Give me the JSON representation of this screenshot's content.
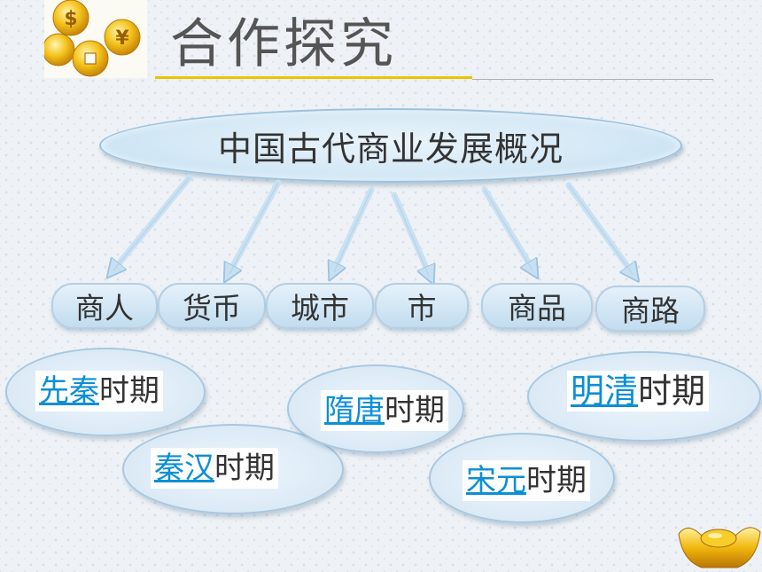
{
  "header": {
    "title": "合作探究"
  },
  "main_topic": "中国古代商业发展概况",
  "categories": [
    "商人",
    "货币",
    "城市",
    "市",
    "商品",
    "商路"
  ],
  "periods": [
    {
      "link": "先秦",
      "suffix": "时期"
    },
    {
      "link": "秦汉",
      "suffix": "时期"
    },
    {
      "link": "隋唐",
      "suffix": "时期"
    },
    {
      "link": "宋元",
      "suffix": "时期"
    },
    {
      "link": "明清",
      "suffix": "时期"
    }
  ],
  "icons": {
    "coins": "gold-coins-icon",
    "ingot": "gold-ingot-icon"
  },
  "colors": {
    "link": "#0b8fd6",
    "accent_rule": "#ecc300",
    "bubble_border": "#a8c8e0"
  }
}
